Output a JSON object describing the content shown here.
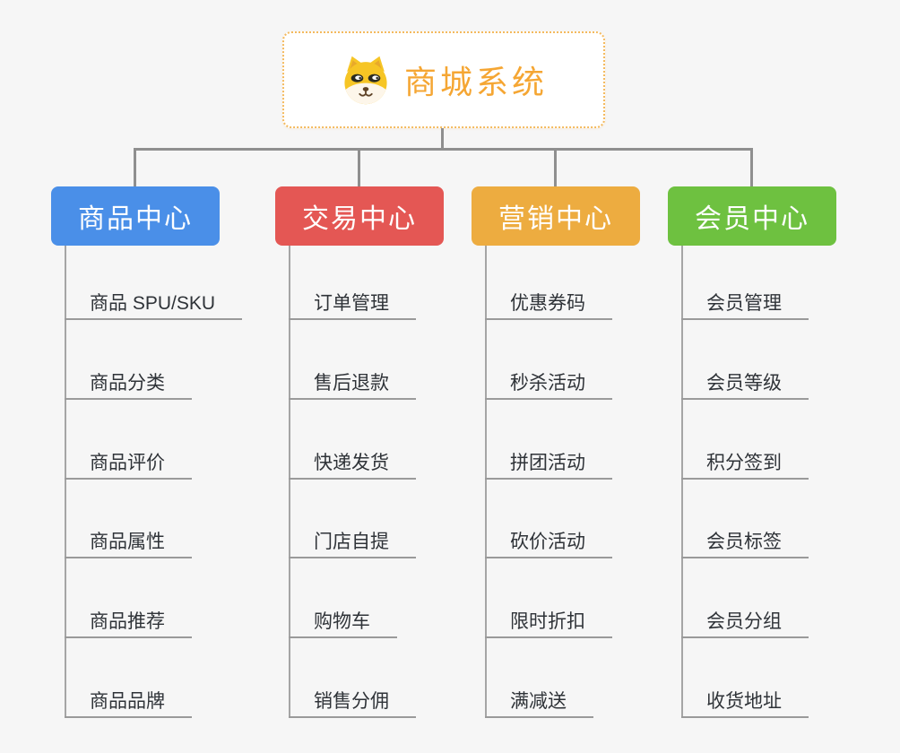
{
  "root": {
    "title": "商城系统",
    "icon": "shiba-dog-icon"
  },
  "branches": [
    {
      "label": "商品中心",
      "color": "#4a8fe8",
      "items": [
        "商品 SPU/SKU",
        "商品分类",
        "商品评价",
        "商品属性",
        "商品推荐",
        "商品品牌"
      ]
    },
    {
      "label": "交易中心",
      "color": "#e45754",
      "items": [
        "订单管理",
        "售后退款",
        "快递发货",
        "门店自提",
        "购物车",
        "销售分佣"
      ]
    },
    {
      "label": "营销中心",
      "color": "#edac40",
      "items": [
        "优惠券码",
        "秒杀活动",
        "拼团活动",
        "砍价活动",
        "限时折扣",
        "满减送"
      ]
    },
    {
      "label": "会员中心",
      "color": "#6ec140",
      "items": [
        "会员管理",
        "会员等级",
        "积分签到",
        "会员标签",
        "会员分组",
        "收货地址"
      ]
    }
  ],
  "colors": {
    "background": "#f6f6f6",
    "connector": "#8f8f8f",
    "underline": "#9a9a9a",
    "leaf_text": "#2f3338",
    "root_accent": "#f5a633",
    "root_border": "#f4ba5e"
  }
}
